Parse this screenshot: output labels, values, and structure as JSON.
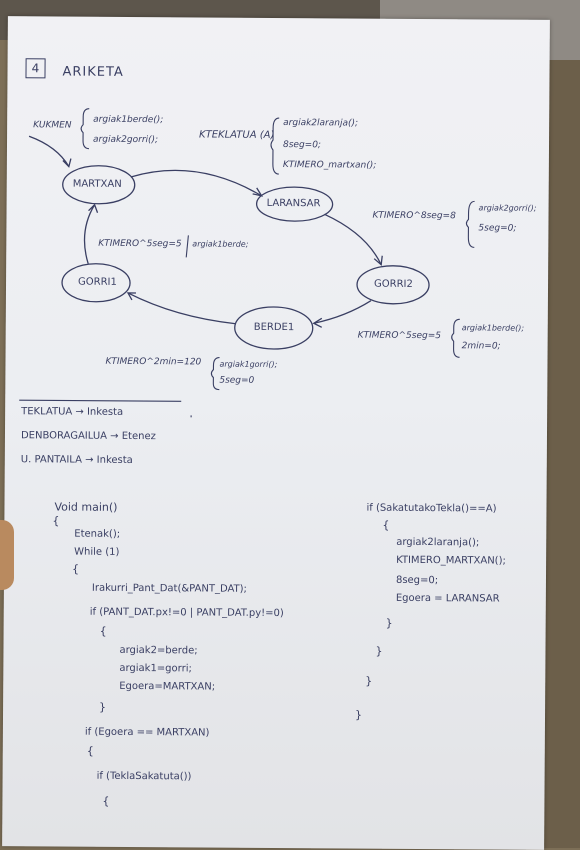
{
  "title": {
    "number": "4",
    "text": "ARIKETA"
  },
  "states": {
    "martxan": "MARTXAN",
    "laransa": "LARANSAR",
    "gorri2": "GORRI2",
    "berde1": "BERDE1",
    "gorri1": "GORRI1"
  },
  "transitions": {
    "start_cond": "KUKMEN",
    "start_action_1": "argiak1berde();",
    "start_action_2": "argiak2gorri();",
    "t1_cond": "KTEKLATUA (A)",
    "t1_action_1": "argiak2laranja();",
    "t1_action_2": "8seg=0;",
    "t1_action_3": "KTIMERO_martxan();",
    "t2_cond": "KTIMERO^8seg=8",
    "t2_action_1": "argiak2gorri();",
    "t2_action_2": "5seg=0;",
    "t3_cond": "KTIMERO^5seg=5",
    "t3_action_1": "argiak1berde();",
    "t3_action_2": "2min=0;",
    "t4_cond": "KTIMERO^2min=120",
    "t4_action_1": "argiak1gorri();",
    "t4_action_2": "5seg=0",
    "t5_cond": "KTIMERO^5seg=5",
    "t5_action_1": "argiak1berde;"
  },
  "legend": [
    "TEKLATUA → Inkesta",
    "DENBORAGAILUA → Etenez",
    "U. PANTAILA → Inkesta"
  ],
  "code_left": [
    "Void main()",
    "{",
    "Etenak();",
    "While (1)",
    "{",
    "Irakurri_Pant_Dat(&PANT_DAT);",
    "if (PANT_DAT.px!=0 | PANT_DAT.py!=0)",
    "{",
    "argiak2=berde;",
    "argiak1=gorri;",
    "Egoera=MARTXAN;",
    "}",
    "if (Egoera == MARTXAN)",
    "{",
    "if (TeklaSakatuta())",
    "{"
  ],
  "code_right": [
    "if (SakatutakoTekla()==A)",
    "{",
    "argiak2laranja();",
    "KTIMERO_MARTXAN();",
    "8seg=0;",
    "Egoera = LARANSAR",
    "}",
    "}",
    "}",
    "}"
  ]
}
